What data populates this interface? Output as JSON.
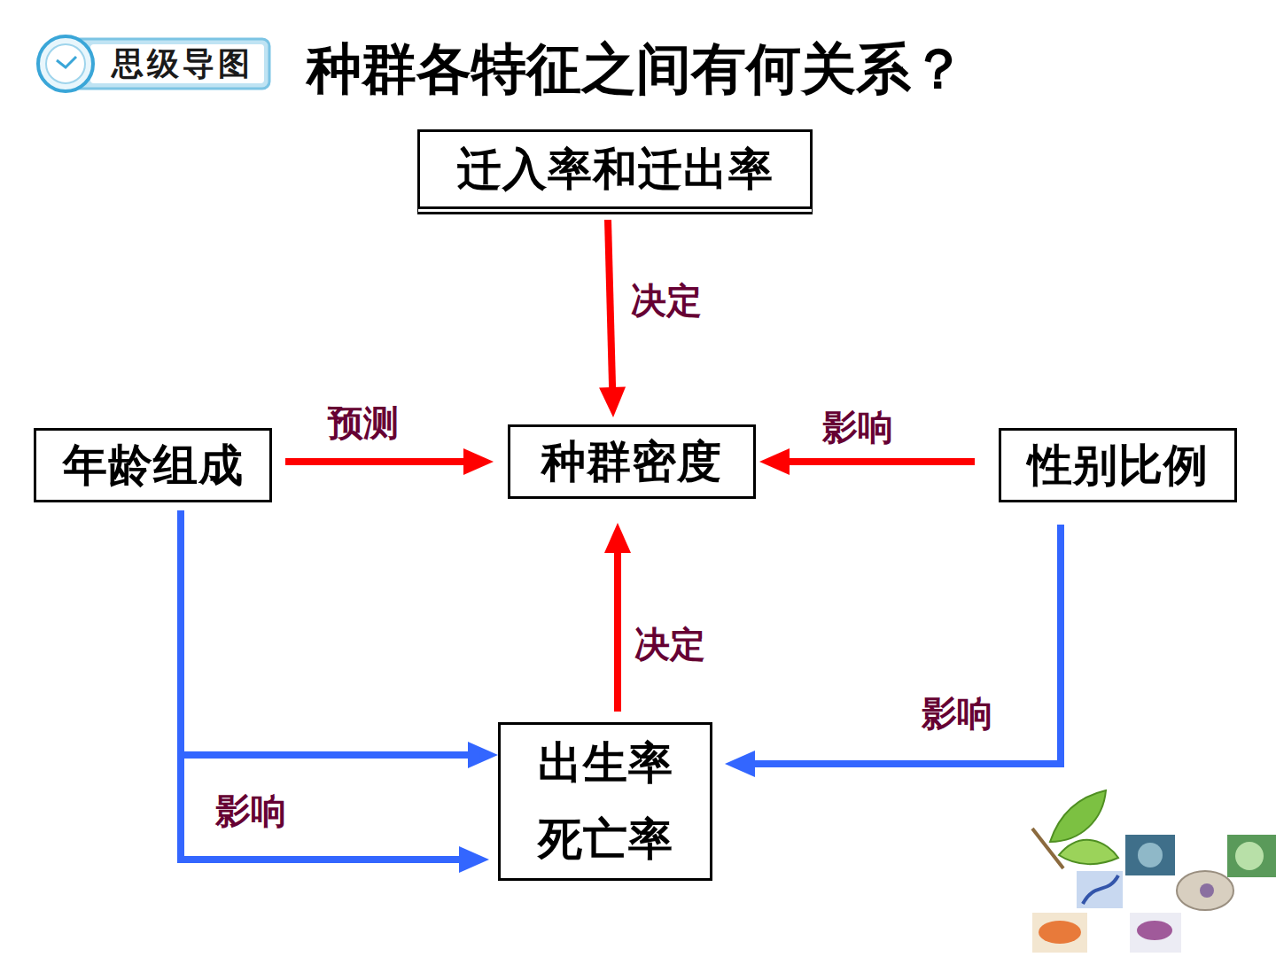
{
  "diagram": {
    "title": "种群各特征之间有何关系？",
    "nodes": [
      {
        "text": [
          "思级导图"
        ]
      },
      {
        "text": [
          "迁入率和迁出率"
        ]
      },
      {
        "text": [
          "年龄组成"
        ]
      },
      {
        "text": [
          "种群密度"
        ]
      },
      {
        "text": [
          "性别比例"
        ]
      },
      {
        "text": [
          "出生率",
          "死亡率"
        ]
      }
    ],
    "edges": [
      {
        "from": 1,
        "to": 3,
        "label": "决定",
        "arrow": "to"
      },
      {
        "from": 2,
        "to": 3,
        "label": "预测",
        "arrow": "to"
      },
      {
        "from": 4,
        "to": 3,
        "label": "影响",
        "arrow": "to"
      },
      {
        "from": 5,
        "to": 3,
        "label": "决定",
        "arrow": "to"
      },
      {
        "from": 4,
        "to": 5,
        "label": "影响",
        "arrow": "to"
      },
      {
        "from": 2,
        "to": 5,
        "label": "影响",
        "arrow": "to"
      }
    ]
  }
}
